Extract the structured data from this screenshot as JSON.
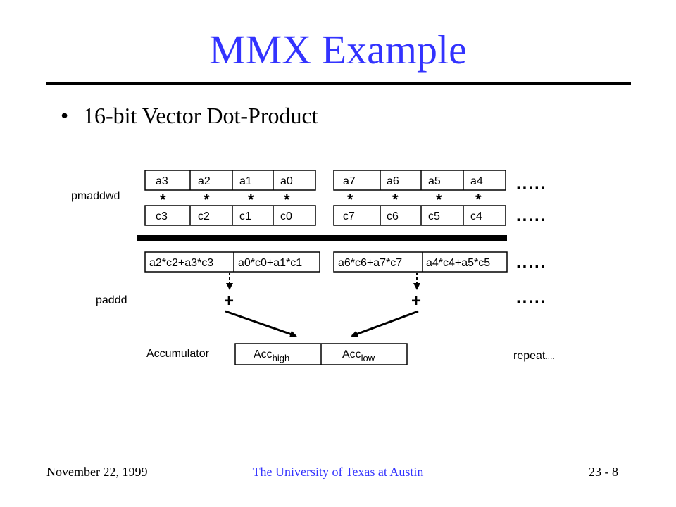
{
  "slide": {
    "title": "MMX Example",
    "bullet": "16-bit Vector Dot-Product"
  },
  "diagram": {
    "row_labels": {
      "pmaddwd": "pmaddwd",
      "paddd": "paddd",
      "accumulator": "Accumulator"
    },
    "a_left": [
      "a3",
      "a2",
      "a1",
      "a0"
    ],
    "a_right": [
      "a7",
      "a6",
      "a5",
      "a4"
    ],
    "c_left": [
      "c3",
      "c2",
      "c1",
      "c0"
    ],
    "c_right": [
      "c7",
      "c6",
      "c5",
      "c4"
    ],
    "mult_symbol": "*",
    "products_left": [
      "a2*c2+a3*c3",
      "a0*c0+a1*c1"
    ],
    "products_right": [
      "a6*c6+a7*c7",
      "a4*c4+a5*c5"
    ],
    "plus_symbol": "+",
    "ellipsis": ".....",
    "acc_high": {
      "base": "Acc",
      "sub": "high"
    },
    "acc_low": {
      "base": "Acc",
      "sub": "low"
    },
    "repeat_main": "repeat",
    "repeat_dots": "...."
  },
  "footer": {
    "date": "November 22, 1999",
    "institution": "The University of Texas at Austin",
    "page": "23 - 8"
  }
}
